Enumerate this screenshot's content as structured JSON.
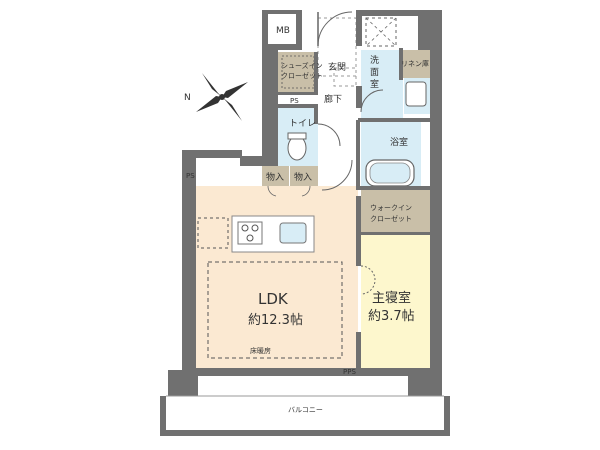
{
  "floorplan": {
    "rooms": {
      "ldk": {
        "name": "LDK",
        "size": "約12.3帖",
        "floor_heating": "床暖房"
      },
      "main_bedroom": {
        "name": "主寝室",
        "size": "約3.7帖"
      },
      "walk_in_closet": {
        "line1": "ウォークイン",
        "line2": "クローゼット"
      },
      "bathroom": {
        "name": "浴室"
      },
      "washroom": {
        "line1": "洗",
        "line2": "面",
        "line3": "室"
      },
      "toilet": {
        "name": "トイレ"
      },
      "entrance": {
        "name": "玄関"
      },
      "hallway": {
        "name": "廊下"
      },
      "shoes_closet": {
        "line1": "シューズイン",
        "line2": "クローゼット"
      },
      "linen_closet": {
        "name": "リネン庫"
      },
      "storage_1": {
        "name": "物入"
      },
      "storage_2": {
        "name": "物入"
      },
      "balcony": {
        "name": "バルコニー"
      }
    },
    "labels": {
      "mb": "MB",
      "ps_top": "PS",
      "ps_left": "PS",
      "pps": "PPS"
    },
    "compass": {
      "letter": "N"
    },
    "colors": {
      "wall": "#707070",
      "ldk_floor": "#fbe9d2",
      "bedroom_floor": "#fdf7cd",
      "wet_area": "#d8edf6",
      "closet": "#c9bfa8",
      "hall_floor": "#ffffff"
    }
  }
}
